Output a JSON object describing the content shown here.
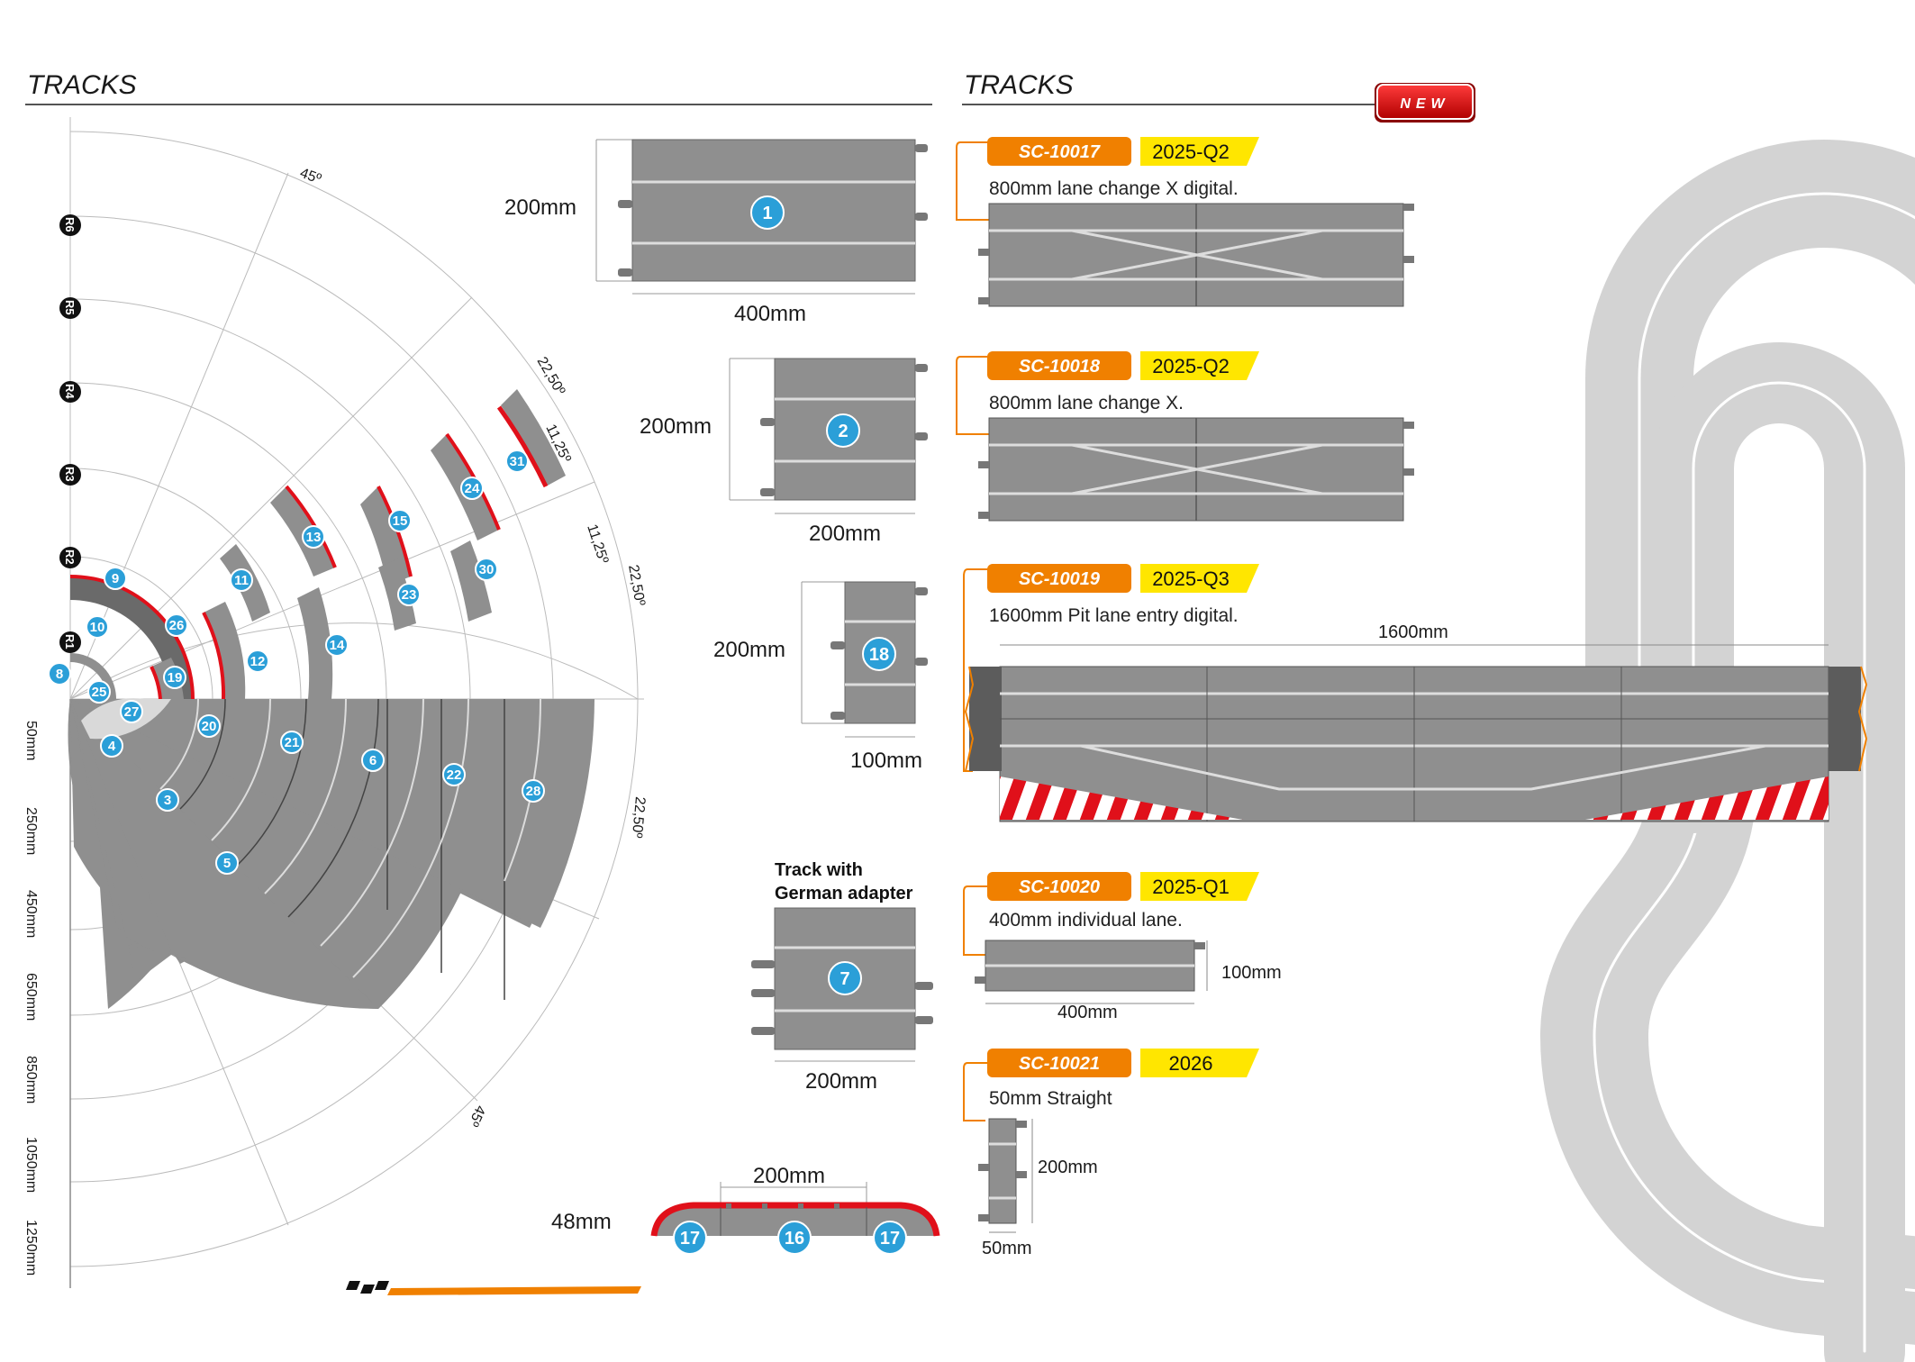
{
  "left_panel": {
    "title": "TRACKS",
    "radius_labels": [
      "R6",
      "R5",
      "R4",
      "R3",
      "R2",
      "R1"
    ],
    "angle_labels": {
      "a45_top": "45º",
      "a22_upper": "22,50º",
      "a1125_upper": "11,25º",
      "a1125_lower": "11,25º",
      "a22_right": "22,50º",
      "a22_lower": "22,50º",
      "a45_bottom": "45º"
    },
    "ruler_labels": [
      "50mm",
      "250mm",
      "450mm",
      "650mm",
      "850mm",
      "1050mm",
      "1250mm"
    ],
    "curve_badges": [
      "8",
      "10",
      "9",
      "26",
      "25",
      "19",
      "27",
      "11",
      "12",
      "13",
      "14",
      "15",
      "23",
      "24",
      "30",
      "31",
      "4",
      "3",
      "5",
      "20",
      "21",
      "6",
      "22",
      "28"
    ]
  },
  "middle": {
    "track1": {
      "badge": "1",
      "width": "400mm",
      "height": "200mm"
    },
    "track2": {
      "badge": "2",
      "width": "200mm",
      "height": "200mm"
    },
    "track18": {
      "badge": "18",
      "width": "100mm",
      "height": "200mm"
    },
    "track7": {
      "badge": "7",
      "caption": "Track with German adapter",
      "caption_line1": "Track with",
      "caption_line2": "German adapter",
      "width": "200mm"
    },
    "border": {
      "badges": [
        "17",
        "16",
        "17"
      ],
      "width": "200mm",
      "height": "48mm"
    }
  },
  "right_panel": {
    "title": "TRACKS",
    "new_badge": "NEW",
    "products": [
      {
        "code": "SC-10017",
        "date": "2025-Q2",
        "description": "800mm lane change X digital."
      },
      {
        "code": "SC-10018",
        "date": "2025-Q2",
        "description": "800mm lane change X."
      },
      {
        "code": "SC-10019",
        "date": "2025-Q3",
        "description": "1600mm Pit lane entry digital.",
        "dimension": "1600mm"
      },
      {
        "code": "SC-10020",
        "date": "2025-Q1",
        "description": "400mm individual lane.",
        "width": "400mm",
        "height": "100mm"
      },
      {
        "code": "SC-10021",
        "date": "2026",
        "description": "50mm Straight",
        "width": "50mm",
        "height": "200mm"
      }
    ]
  },
  "colors": {
    "orange": "#f08000",
    "yellow": "#ffe600",
    "blue": "#2b9fd8",
    "red": "#e0101a",
    "track": "#8f8f8f"
  }
}
